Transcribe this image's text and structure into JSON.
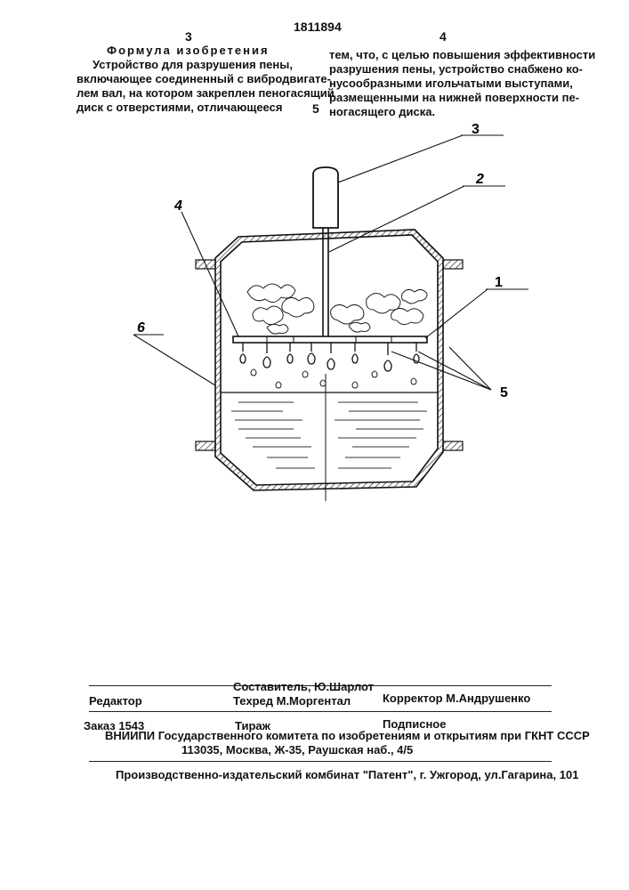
{
  "header": {
    "page_left": "3",
    "patent_number": "1811894",
    "page_right": "4"
  },
  "claim": {
    "title": "Формула изобретения",
    "left_lines": [
      "Устройство для разрушения пены,",
      "включающее соединенный с вибродвигате-",
      "лем вал, на котором закреплен пеногасящий",
      "диск с отверстиями, отличающееся"
    ],
    "line_number": "5",
    "right_lines": [
      "тем, что, с целью повышения эффективности",
      "разрушения пены, устройство снабжено ко-",
      "нусообразными игольчатыми выступами,",
      "размещенными на нижней поверхности пе-",
      "ногасящего диска."
    ]
  },
  "figure": {
    "labels": {
      "l1": "1",
      "l2": "2",
      "l3": "3",
      "l4": "4",
      "l5": "5",
      "l6": "6"
    }
  },
  "footer": {
    "editor": "Редактор",
    "compiler": "Составитель, Ю.Шарлот",
    "techred": "Техред М.Моргентал",
    "corrector": "Корректор М.Андрушенко",
    "order": "Заказ  1543",
    "circulation": "Тираж",
    "subscription": "Подписное",
    "institute": "ВНИИПИ Государственного комитета по изобретениям и открытиям при ГКНТ СССР",
    "address": "113035, Москва, Ж-35, Раушская наб., 4/5",
    "publisher": "Производственно-издательский комбинат \"Патент\", г. Ужгород, ул.Гагарина, 101"
  }
}
